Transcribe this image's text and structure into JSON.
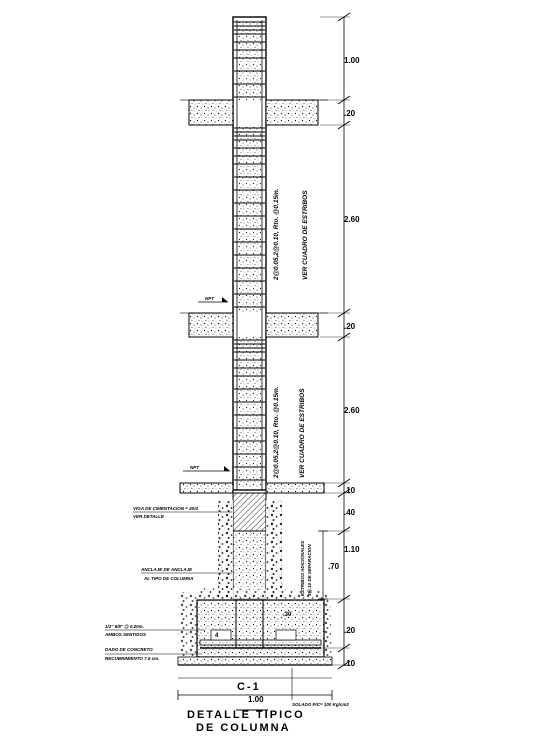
{
  "drawing": {
    "title_line1": "DETALLE TIPICO",
    "title_line2": "DE COLUMNA",
    "column_tag": "C-1"
  },
  "dimensions": {
    "right": [
      "1.00",
      ".20",
      "2.60",
      ".20",
      "2.60",
      ".10",
      ".40",
      "1.10",
      ".70",
      ".20",
      ".10"
    ],
    "footing_width": "1.00",
    "pedestal_width": ".30",
    "footing_inner": "4"
  },
  "levels": {
    "npt_upper": "NPT",
    "npt_lower": "NPT"
  },
  "notes": {
    "rebar_upper": "2@0.05,2@0.10, Rto. @0.15m.",
    "rebar_lower": "2@0.05,2@0.10, Rto. @0.15m.",
    "stirrups_upper": "VER CUADRO DE ESTRIBOS",
    "stirrups_lower": "VER CUADRO DE ESTRIBOS",
    "beam_foundation_1": "VIGA DE CIMENTACION = 40/4",
    "beam_foundation_2": "VER DETALLE",
    "hook_1": "ANCLAJE DE ANCLAJE",
    "hook_2": "AL TIPO DE COLUMNA",
    "additional_1": "ESTRIBOS ADICIONALES",
    "additional_2": "3@.10 DE SEPARACION",
    "rebar_footing_1": "1/2\" 5/8\" @ 0.20m.",
    "rebar_footing_2": "AMBOS SENTIDOS",
    "concrete_1": "DADO DE CONCRETO",
    "concrete_2": "RECUBRIMIENTO 7.5 cm.",
    "base_slab": "SOLADO P/C= 100 Kg/cm2"
  },
  "colors": {
    "ink": "#000000",
    "paper": "#ffffff"
  }
}
